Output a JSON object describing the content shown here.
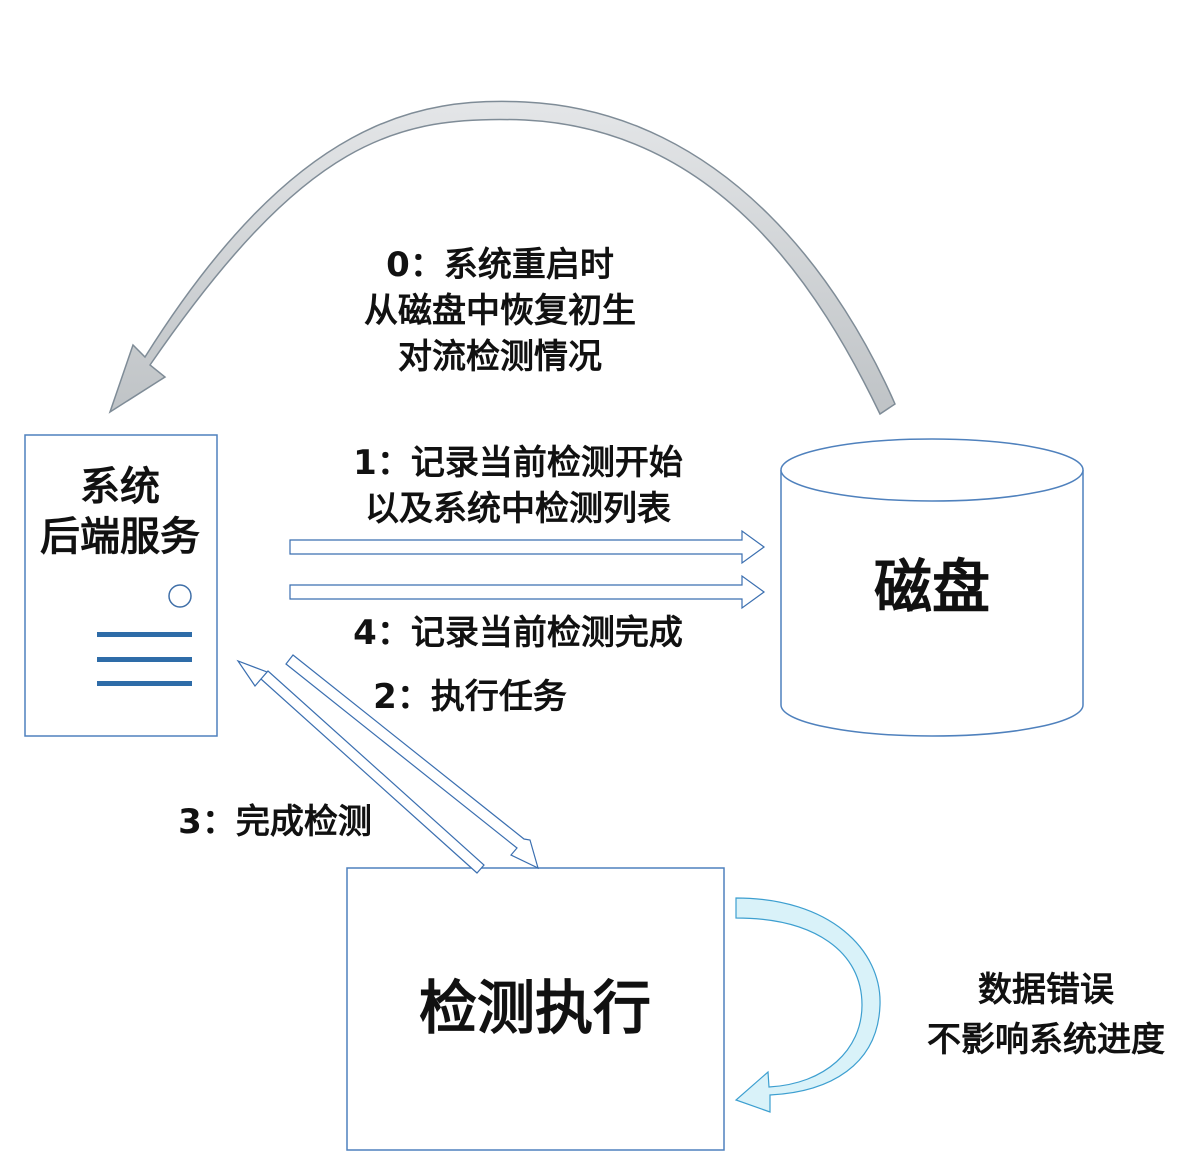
{
  "colors": {
    "box_stroke": "#4f81bd",
    "server_lines": "#2e6ca8",
    "gray_arrow_fill": "#cfd2d4",
    "gray_arrow_stroke": "#7f8c97",
    "flow_arrow_stroke": "#3b6fb0",
    "curve_arrow_fill": "#d9f2f9",
    "curve_arrow_stroke": "#3d9fd0",
    "text": "#111111"
  },
  "nodes": {
    "server": {
      "label_line1": "系统",
      "label_line2": "后端服务",
      "icon": "server-icon"
    },
    "disk": {
      "label": "磁盘",
      "icon": "cylinder-icon"
    },
    "executor": {
      "label": "检测执行"
    }
  },
  "edges": {
    "step0": {
      "line1": "0：系统重启时",
      "line2": "从磁盘中恢复初生",
      "line3": "对流检测情况"
    },
    "step1": {
      "line1": "1：记录当前检测开始",
      "line2": "以及系统中检测列表"
    },
    "step4": {
      "label": "4：记录当前检测完成"
    },
    "step2": {
      "label": "2：执行任务"
    },
    "step3": {
      "label": "3：完成检测"
    },
    "self_loop": {
      "line1": "数据错误",
      "line2": "不影响系统进度"
    }
  }
}
